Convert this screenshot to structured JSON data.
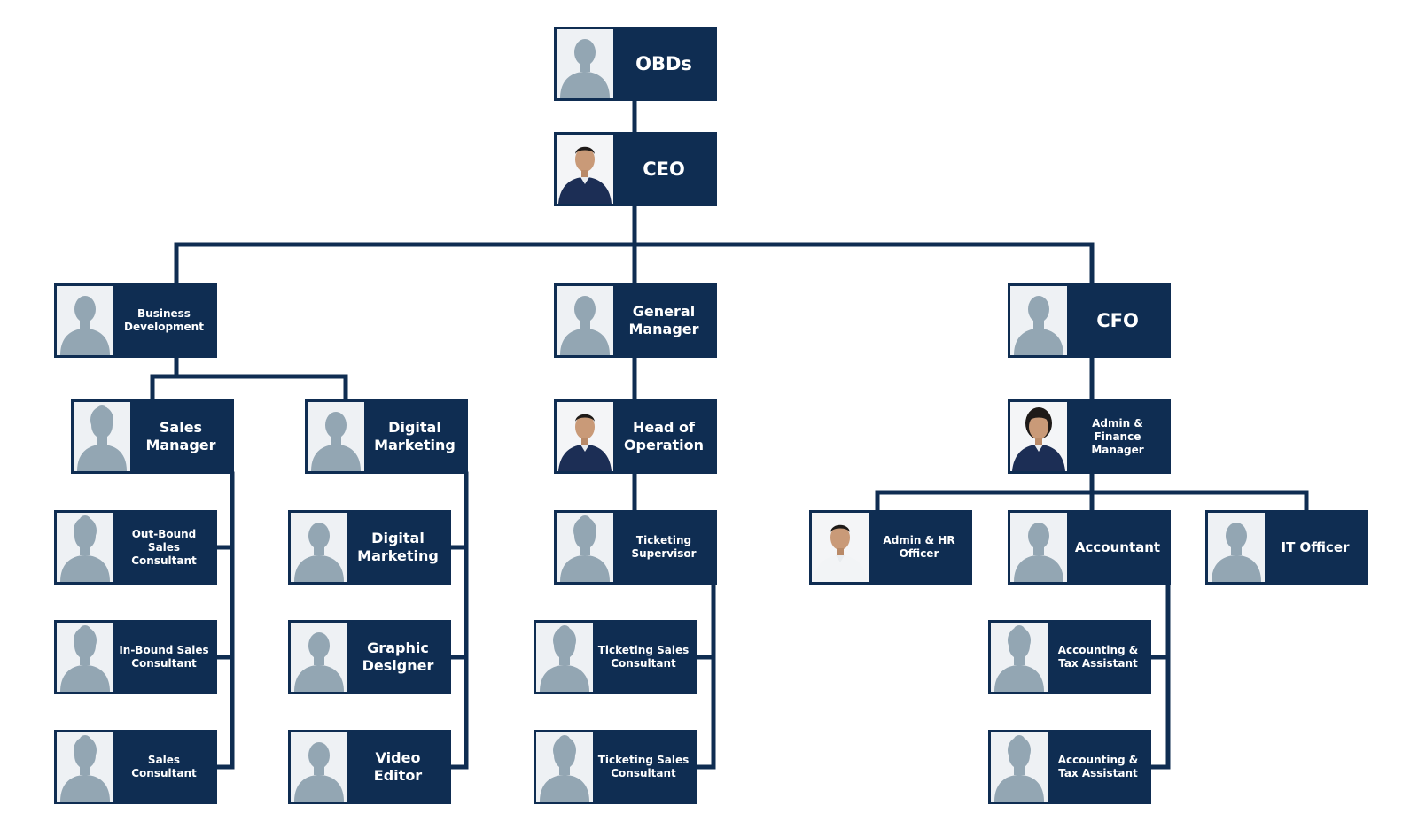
{
  "colors": {
    "box": "#0f2d52",
    "line": "#0f2d52",
    "label": "#ffffff",
    "silhouette": "#93a6b3",
    "photo_bg": "#eef1f4"
  },
  "nodes": {
    "obds": {
      "title": "OBDs",
      "avatar": "placeholder-male"
    },
    "ceo": {
      "title": "CEO",
      "avatar": "photo-male"
    },
    "biz_dev": {
      "title": "Business\nDevelopment",
      "avatar": "placeholder-male"
    },
    "gen_mgr": {
      "title": "General\nManager",
      "avatar": "placeholder-male"
    },
    "cfo": {
      "title": "CFO",
      "avatar": "placeholder-male"
    },
    "sales_mgr": {
      "title": "Sales\nManager",
      "avatar": "placeholder-female"
    },
    "digital_mkt": {
      "title": "Digital\nMarketing",
      "avatar": "placeholder-male"
    },
    "head_ops": {
      "title": "Head of\nOperation",
      "avatar": "photo-male"
    },
    "admin_fin": {
      "title": "Admin &\nFinance\nManager",
      "avatar": "photo-female"
    },
    "outbound": {
      "title": "Out-Bound Sales\nConsultant",
      "avatar": "placeholder-female"
    },
    "inbound": {
      "title": "In-Bound Sales\nConsultant",
      "avatar": "placeholder-female"
    },
    "sales_cons": {
      "title": "Sales\nConsultant",
      "avatar": "placeholder-female"
    },
    "digital_mkt2": {
      "title": "Digital\nMarketing",
      "avatar": "placeholder-male"
    },
    "graphic": {
      "title": "Graphic\nDesigner",
      "avatar": "placeholder-male"
    },
    "video": {
      "title": "Video\nEditor",
      "avatar": "placeholder-male"
    },
    "ticket_sup": {
      "title": "Ticketing\nSupervisor",
      "avatar": "placeholder-female"
    },
    "ticket_sales1": {
      "title": "Ticketing Sales\nConsultant",
      "avatar": "placeholder-female"
    },
    "ticket_sales2": {
      "title": "Ticketing Sales\nConsultant",
      "avatar": "placeholder-female"
    },
    "admin_hr": {
      "title": "Admin & HR\nOfficer",
      "avatar": "photo-male"
    },
    "accountant": {
      "title": "Accountant",
      "avatar": "placeholder-male"
    },
    "it_officer": {
      "title": "IT Officer",
      "avatar": "placeholder-male"
    },
    "acct_tax1": {
      "title": "Accounting &\nTax Assistant",
      "avatar": "placeholder-female"
    },
    "acct_tax2": {
      "title": "Accounting &\nTax Assistant",
      "avatar": "placeholder-female"
    }
  },
  "edges": [
    [
      "obds",
      "ceo"
    ],
    [
      "ceo",
      "biz_dev"
    ],
    [
      "ceo",
      "gen_mgr"
    ],
    [
      "ceo",
      "cfo"
    ],
    [
      "biz_dev",
      "sales_mgr"
    ],
    [
      "biz_dev",
      "digital_mkt"
    ],
    [
      "sales_mgr",
      "outbound"
    ],
    [
      "sales_mgr",
      "inbound"
    ],
    [
      "sales_mgr",
      "sales_cons"
    ],
    [
      "digital_mkt",
      "digital_mkt2"
    ],
    [
      "digital_mkt",
      "graphic"
    ],
    [
      "digital_mkt",
      "video"
    ],
    [
      "gen_mgr",
      "head_ops"
    ],
    [
      "head_ops",
      "ticket_sup"
    ],
    [
      "ticket_sup",
      "ticket_sales1"
    ],
    [
      "ticket_sup",
      "ticket_sales2"
    ],
    [
      "cfo",
      "admin_fin"
    ],
    [
      "admin_fin",
      "admin_hr"
    ],
    [
      "admin_fin",
      "accountant"
    ],
    [
      "admin_fin",
      "it_officer"
    ],
    [
      "accountant",
      "acct_tax1"
    ],
    [
      "accountant",
      "acct_tax2"
    ]
  ]
}
